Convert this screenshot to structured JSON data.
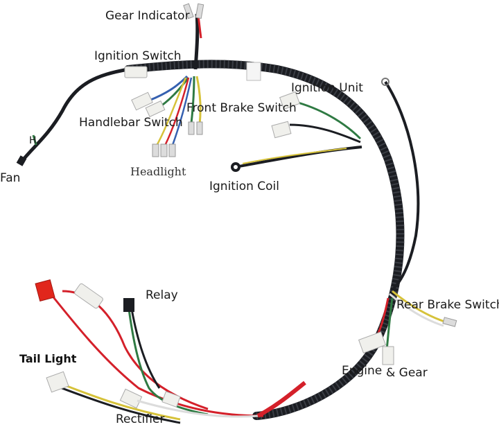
{
  "labels": {
    "gear_indicator": "Gear Indicator",
    "ignition_switch": "Ignition Switch",
    "ignition_unit": "Ignition Unit",
    "front_brake_switch": "Front Brake Switch",
    "handlebar_switch": "Handlebar Switch",
    "headlight": "Headlight",
    "ignition_coil": "Ignition Coil",
    "fan_h": "H",
    "fan": "Fan",
    "relay": "Relay",
    "rear_brake_switch": "Rear Brake Switch",
    "tail_light": "Tail Light",
    "engine": "Engine",
    "and_gear": "& Gear",
    "rectifier": "Rectifier"
  },
  "colors": {
    "loom": "#1b1d22",
    "wire_red": "#d4202a",
    "wire_green": "#2f7a43",
    "wire_yellow": "#d6c23a",
    "wire_white": "#dcdcdc",
    "wire_blue": "#3560b0",
    "connector": "#f0f0ec",
    "fuse_red": "#e1261c"
  }
}
